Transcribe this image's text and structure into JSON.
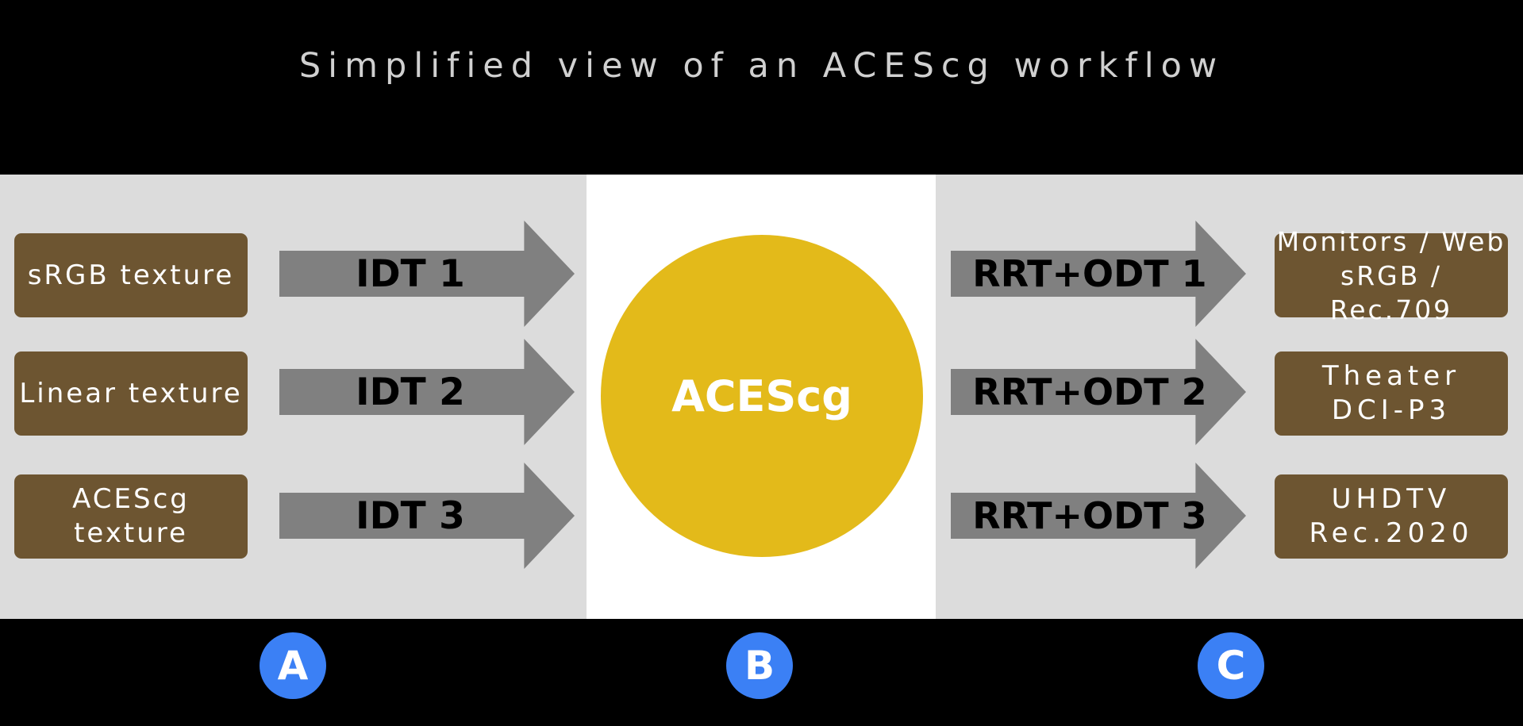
{
  "title": "Simplified view of an ACEScg workflow",
  "inputs": [
    {
      "label": "sRGB texture"
    },
    {
      "label": "Linear texture"
    },
    {
      "label": "ACEScg texture"
    }
  ],
  "idts": [
    {
      "label": "IDT 1"
    },
    {
      "label": "IDT 2"
    },
    {
      "label": "IDT 3"
    }
  ],
  "center": {
    "label": "ACEScg"
  },
  "odts": [
    {
      "label": "RRT+ODT 1"
    },
    {
      "label": "RRT+ODT 2"
    },
    {
      "label": "RRT+ODT 3"
    }
  ],
  "outputs": [
    {
      "label": "Monitors / Web\nsRGB / Rec.709"
    },
    {
      "label": "Theater\nDCI-P3"
    },
    {
      "label": "UHDTV\nRec.2020"
    }
  ],
  "markers": [
    {
      "label": "A"
    },
    {
      "label": "B"
    },
    {
      "label": "C"
    }
  ],
  "colors": {
    "background": "#000000",
    "side_panel": "#dcdcdc",
    "center_panel": "#ffffff",
    "box_fill": "#6d5531",
    "arrow_fill": "#808080",
    "circle_fill": "#e3ba1a",
    "marker_fill": "#3b80f5"
  }
}
